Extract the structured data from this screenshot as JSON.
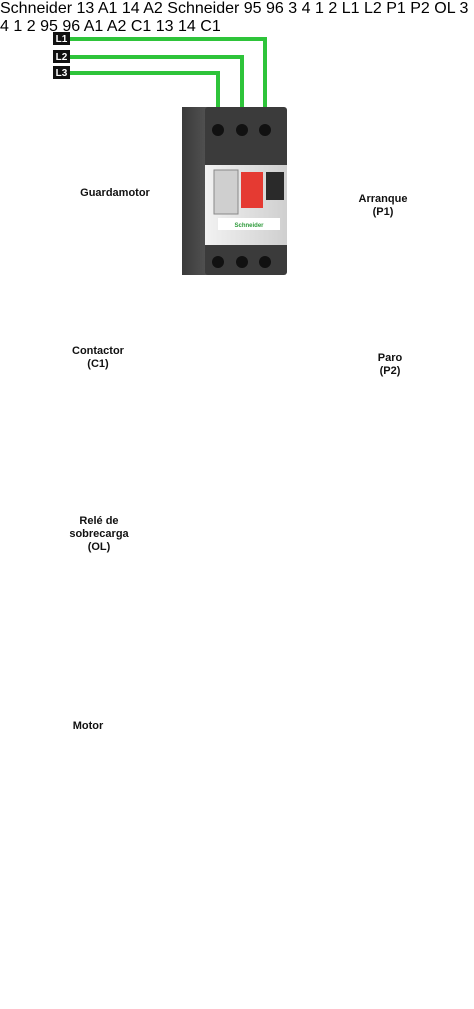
{
  "lines": {
    "l1": "L1",
    "l2": "L2",
    "l3": "L3"
  },
  "components": {
    "guardamotor": "Guardamotor",
    "contactor": "Contactor\n(C1)",
    "rele": "Relé de\nsobrecarga\n(OL)",
    "motor": "Motor",
    "arranque": "Arranque\n(P1)",
    "paro": "Paro\n(P2)"
  },
  "terminals": {
    "p1_top": "3",
    "p1_bottom": "4",
    "p2_top": "1",
    "p2_bottom": "2",
    "contactor_13": "13",
    "contactor_a1": "A1",
    "contactor_14": "14",
    "contactor_a2": "A2",
    "ol_95": "95",
    "ol_96": "96"
  },
  "schematic": {
    "l1": "L1",
    "l2": "L2",
    "p1": "P1",
    "p2": "P2",
    "ol": "OL",
    "c1_contact": "C1",
    "coil": "C1",
    "n3": "3",
    "n4": "4",
    "n1": "1",
    "n2": "2",
    "n95": "95",
    "n96": "96",
    "a1": "A1",
    "a2": "A2",
    "n13": "13",
    "n14": "14"
  },
  "colors": {
    "wire": "#2ec43a",
    "device_gray": "#5a5a5a",
    "device_light": "#e6e6e6",
    "motor_blue": "#1e4fb0",
    "start_green": "#1fa03c",
    "stop_red": "#d8352f",
    "terminal_box": "#111111"
  }
}
